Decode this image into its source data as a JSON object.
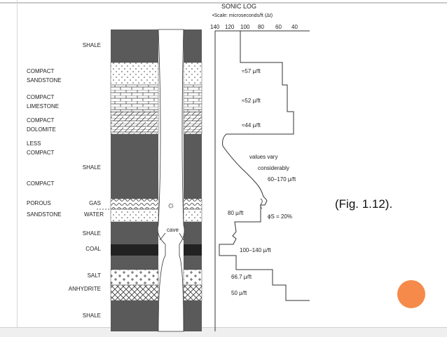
{
  "slide": {
    "caption": "(Fig. 1.12).",
    "accent_color": "#f58a4b"
  },
  "log": {
    "title": "SONIC LOG",
    "scale_label": "•Scale: microseconds/ft (Δt)",
    "ticks": [
      "140",
      "120",
      "100",
      "80",
      "60",
      "40"
    ]
  },
  "lithology": [
    {
      "id": "shale-top",
      "lines": [
        "SHALE"
      ]
    },
    {
      "id": "compact-sandstone",
      "lines": [
        "COMPACT",
        "SANDSTONE"
      ]
    },
    {
      "id": "compact-limestone",
      "lines": [
        "COMPACT",
        "LIMESTONE"
      ]
    },
    {
      "id": "compact-dolomite",
      "lines": [
        "COMPACT",
        "DOLOMITE"
      ]
    },
    {
      "id": "less-compact",
      "lines": [
        "LESS",
        "COMPACT"
      ]
    },
    {
      "id": "shale-mid",
      "lines": [
        "SHALE"
      ]
    },
    {
      "id": "compact",
      "lines": [
        "COMPACT"
      ]
    },
    {
      "id": "porous-sandstone",
      "lines": [
        "POROUS",
        "SANDSTONE"
      ]
    },
    {
      "id": "shale-low",
      "lines": [
        "SHALE"
      ]
    },
    {
      "id": "coal",
      "lines": [
        "COAL"
      ]
    },
    {
      "id": "salt",
      "lines": [
        "SALT"
      ]
    },
    {
      "id": "anhydrite",
      "lines": [
        "ANHYDRITE"
      ]
    },
    {
      "id": "shale-bottom",
      "lines": [
        "SHALE"
      ]
    }
  ],
  "fluids": {
    "gas": "GAS",
    "water": "WATER"
  },
  "borehole": {
    "cave_label": "cave"
  },
  "annotations": {
    "sandstone": "≈57 μ/ft",
    "limestone": "≈52 μ/ft",
    "dolomite": "≈44 μ/ft",
    "vary_1": "values vary",
    "vary_2": "considerably",
    "vary_3": "60–170 μ/ft",
    "water_sand": "80 μ/ft",
    "porosity": "ϕS = 20%",
    "coal": "100–140 μ/ft",
    "salt": "66.7 μ/ft",
    "anhydrite": "50 μ/ft"
  }
}
